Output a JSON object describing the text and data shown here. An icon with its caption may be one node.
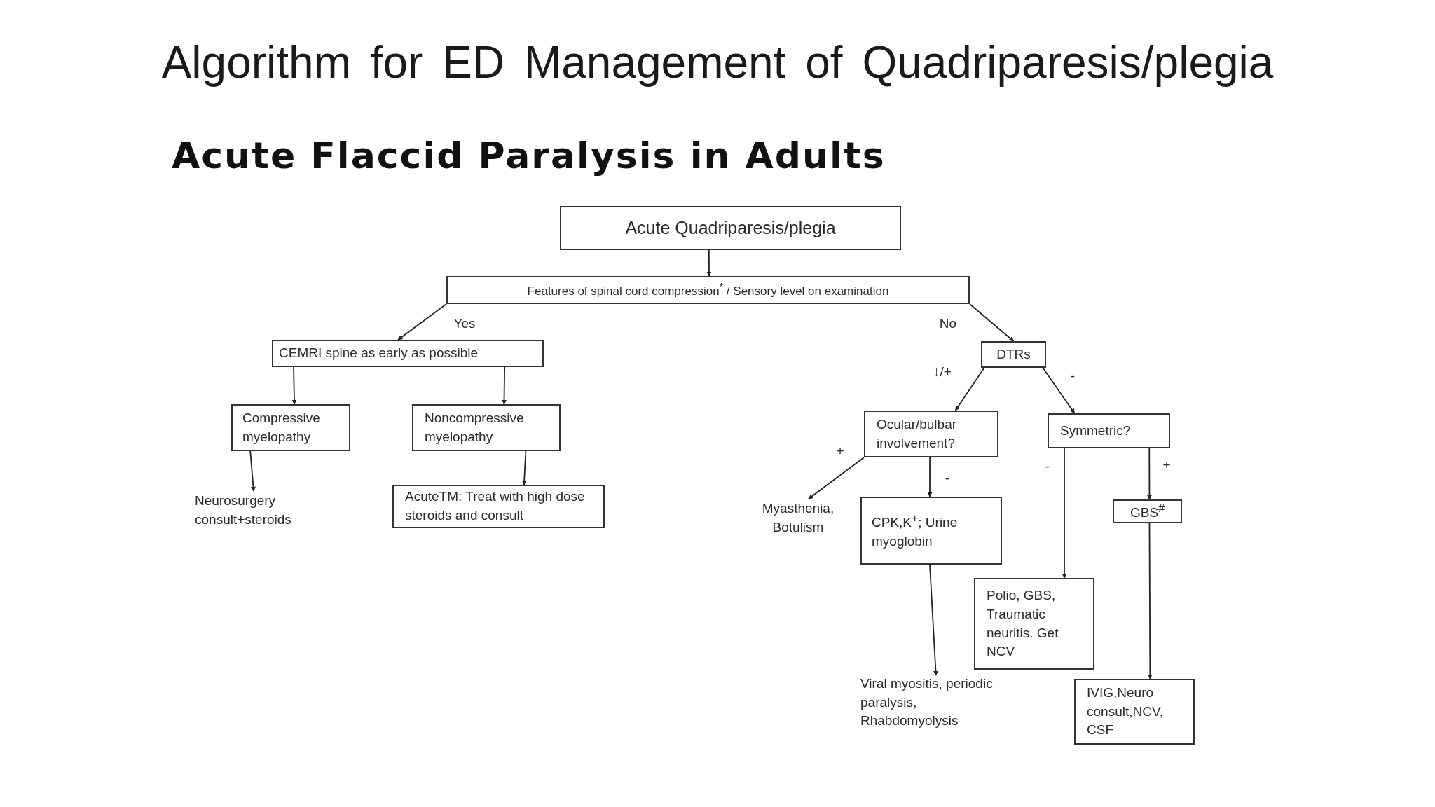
{
  "diagram": {
    "title": "Algorithm for ED Management of Quadriparesis/plegia",
    "nodes": [
      {
        "text": [
          "Acute Quadriparesis/plegia"
        ]
      },
      {
        "text": [
          "Features of spinal cord compression$^{*}$ / Sensory level on examination"
        ]
      },
      {
        "text": [
          "CEMRI spine as early as possible"
        ]
      },
      {
        "text": [
          "Compressive myelopathy"
        ]
      },
      {
        "text": [
          "Noncompressive myelopathy"
        ]
      },
      {
        "text": [
          "Neurosurgery consult+steroids"
        ]
      },
      {
        "text": [
          "AcuteTM: Treat with high dose steroids and consult"
        ]
      },
      {
        "text": [
          "DTRs"
        ]
      },
      {
        "text": [
          "Ocular/bulbar involvement?"
        ]
      },
      {
        "text": [
          "Symmetric?"
        ]
      },
      {
        "text": [
          "Myasthenia, Botulism"
        ]
      },
      {
        "text": [
          "CPK,K$^{+}$; Urine myoglobin"
        ]
      },
      {
        "text": [
          "GBS$^{#}$"
        ]
      },
      {
        "text": [
          "Polio, GBS, Traumatic neuritis. Get NCV"
        ]
      },
      {
        "text": [
          "Viral myositis, periodic paralysis, Rhabdomyolysis"
        ]
      },
      {
        "text": [
          "IVIG,Neuro consult,NCV, CSF"
        ]
      }
    ],
    "edges": [
      {
        "from": 0,
        "to": 1,
        "arrow": "to"
      },
      {
        "from": 1,
        "to": 2,
        "arrow": "to",
        "label": "Yes"
      },
      {
        "from": 1,
        "to": 7,
        "arrow": "to",
        "label": "No"
      },
      {
        "from": 2,
        "to": 3,
        "arrow": "to"
      },
      {
        "from": 2,
        "to": 4,
        "arrow": "to"
      },
      {
        "from": 3,
        "to": 5,
        "arrow": "to"
      },
      {
        "from": 4,
        "to": 6,
        "arrow": "to"
      },
      {
        "from": 7,
        "to": 8,
        "arrow": "to",
        "label": "↓/+"
      },
      {
        "from": 7,
        "to": 9,
        "arrow": "to",
        "label": "-"
      },
      {
        "from": 8,
        "to": 10,
        "arrow": "to",
        "label": "+"
      },
      {
        "from": 8,
        "to": 11,
        "arrow": "to",
        "label": "-"
      },
      {
        "from": 11,
        "to": 14,
        "arrow": "to"
      },
      {
        "from": 9,
        "to": 13,
        "arrow": "to",
        "label": "-"
      },
      {
        "from": 9,
        "to": 12,
        "arrow": "to",
        "label": "+"
      },
      {
        "from": 12,
        "to": 15,
        "arrow": "to"
      }
    ],
    "labels": [
      "Acute Flaccid Paralysis in Adults"
    ]
  }
}
